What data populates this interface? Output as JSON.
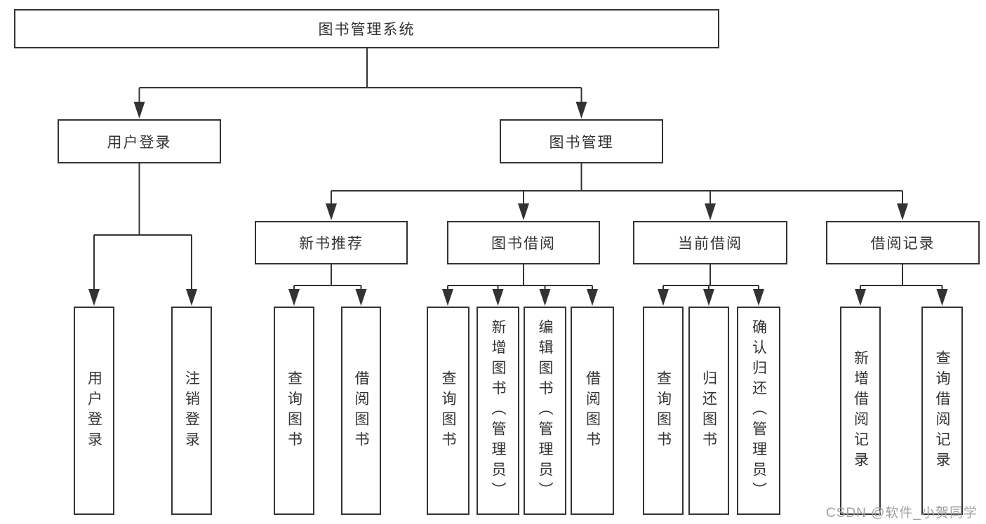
{
  "colors": {
    "background": "#ffffff",
    "box_fill": "#ffffff",
    "box_border": "#333333",
    "line": "#333333",
    "text": "#333333",
    "watermark": "#a0a0a0"
  },
  "tree": {
    "root": {
      "label": "图书管理系统"
    },
    "branches": [
      {
        "label": "用户登录",
        "children": [
          {
            "label": "用户登录"
          },
          {
            "label": "注销登录"
          }
        ]
      },
      {
        "label": "图书管理",
        "children": [
          {
            "label": "新书推荐",
            "children": [
              {
                "label": "查询图书"
              },
              {
                "label": "借阅图书"
              }
            ]
          },
          {
            "label": "图书借阅",
            "children": [
              {
                "label": "查询图书"
              },
              {
                "label": "新增图书（管理员）"
              },
              {
                "label": "编辑图书（管理员）"
              },
              {
                "label": "借阅图书"
              }
            ]
          },
          {
            "label": "当前借阅",
            "children": [
              {
                "label": "查询图书"
              },
              {
                "label": "归还图书"
              },
              {
                "label": "确认归还（管理员）"
              }
            ]
          },
          {
            "label": "借阅记录",
            "children": [
              {
                "label": "新增借阅记录"
              },
              {
                "label": "查询借阅记录"
              }
            ]
          }
        ]
      }
    ]
  },
  "watermark": {
    "text": "CSDN @软件_小贺同学"
  }
}
